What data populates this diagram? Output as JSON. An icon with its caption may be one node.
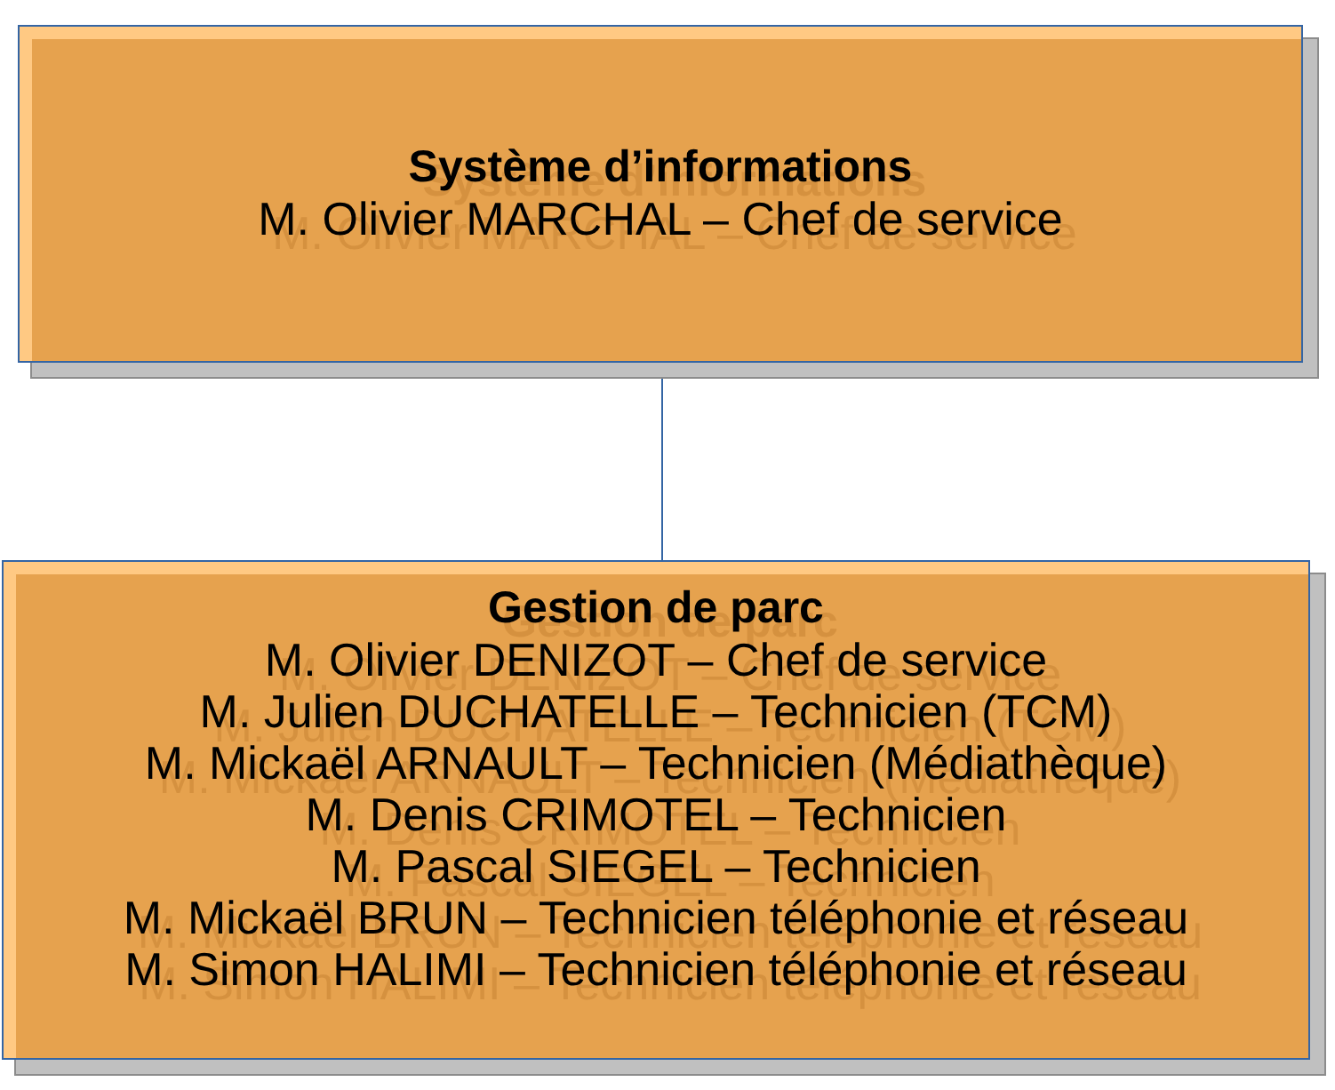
{
  "diagram": {
    "nodes": [
      {
        "text": [
          "Système d’informations",
          "M. Olivier MARCHAL – Chef de service"
        ]
      },
      {
        "text": [
          "Gestion de parc",
          "M. Olivier DENIZOT – Chef de service",
          "M. Julien DUCHATELLE – Technicien (TCM)",
          "M. Mickaël ARNAULT – Technicien (Médiathèque)",
          "M. Denis CRIMOTEL – Technicien",
          "M. Pascal SIEGEL – Technicien",
          "M. Mickaël BRUN – Technicien téléphonie et réseau",
          "M. Simon HALIMI – Technicien téléphonie et réseau"
        ]
      }
    ],
    "edges": [
      {
        "from": 0,
        "to": 1,
        "arrow": "none"
      }
    ]
  }
}
